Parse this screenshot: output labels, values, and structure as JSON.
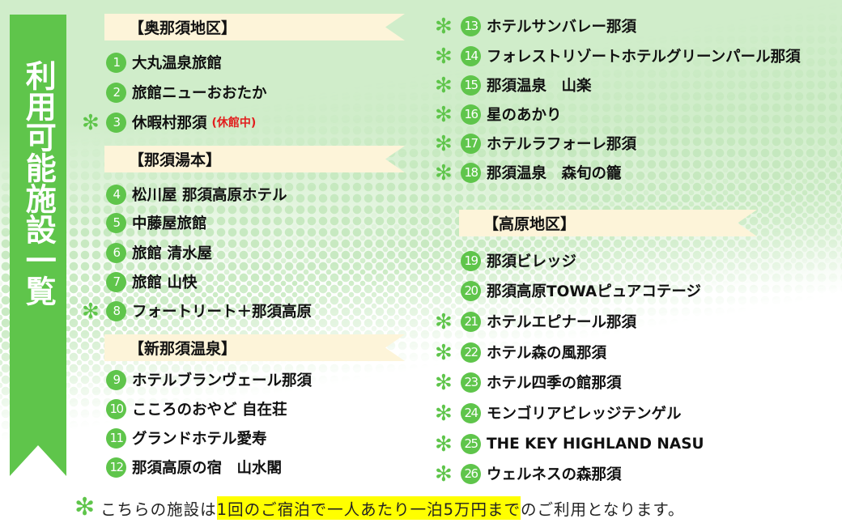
{
  "banner": {
    "title": "利用可能施設一覧"
  },
  "colors": {
    "accent_green": "#5fc54b",
    "ribbon_bg": "#fdf4d9",
    "background_top": "#d0edca",
    "closed_red": "#e21d1d",
    "highlight_yellow": "#ffff00"
  },
  "sections": [
    {
      "title": "【奥那須地区】"
    },
    {
      "title": "【那須湯本】"
    },
    {
      "title": "【新那須温泉】"
    },
    {
      "title": "【高原地区】"
    }
  ],
  "items": [
    {
      "num": "1",
      "name": "大丸温泉旅館",
      "limited": false
    },
    {
      "num": "2",
      "name": "旅館ニューおおたか",
      "limited": false
    },
    {
      "num": "3",
      "name": "休暇村那須",
      "note": "(休館中)",
      "limited": true
    },
    {
      "num": "4",
      "name": "松川屋 那須高原ホテル",
      "limited": false
    },
    {
      "num": "5",
      "name": "中藤屋旅館",
      "limited": false
    },
    {
      "num": "6",
      "name": "旅館 清水屋",
      "limited": false
    },
    {
      "num": "7",
      "name": "旅館 山快",
      "limited": false
    },
    {
      "num": "8",
      "name": "フォートリート＋那須高原",
      "limited": true
    },
    {
      "num": "9",
      "name": "ホテルブランヴェール那須",
      "limited": false
    },
    {
      "num": "10",
      "name": "こころのおやど 自在荘",
      "limited": false
    },
    {
      "num": "11",
      "name": "グランドホテル愛寿",
      "limited": false
    },
    {
      "num": "12",
      "name": "那須高原の宿　山水閣",
      "limited": false
    },
    {
      "num": "13",
      "name": "ホテルサンバレー那須",
      "limited": true
    },
    {
      "num": "14",
      "name": "フォレストリゾートホテルグリーンパール那須",
      "limited": true
    },
    {
      "num": "15",
      "name": "那須温泉　山楽",
      "limited": true
    },
    {
      "num": "16",
      "name": "星のあかり",
      "limited": true
    },
    {
      "num": "17",
      "name": "ホテルラフォーレ那須",
      "limited": true
    },
    {
      "num": "18",
      "name": "那須温泉　森旬の籠",
      "limited": true
    },
    {
      "num": "19",
      "name": "那須ビレッジ",
      "limited": false
    },
    {
      "num": "20",
      "name": "那須高原TOWAピュアコテージ",
      "limited": false
    },
    {
      "num": "21",
      "name": "ホテルエピナール那須",
      "limited": true
    },
    {
      "num": "22",
      "name": "ホテル森の風那須",
      "limited": true
    },
    {
      "num": "23",
      "name": "ホテル四季の館那須",
      "limited": true
    },
    {
      "num": "24",
      "name": "モンゴリアビレッジテンゲル",
      "limited": true
    },
    {
      "num": "25",
      "name": "THE KEY HIGHLAND NASU",
      "limited": true
    },
    {
      "num": "26",
      "name": "ウェルネスの森那須",
      "limited": true
    }
  ],
  "asterisk_symbol": "✻",
  "footnote": {
    "prefix": "こちらの施設は",
    "highlight": "1回のご宿泊で一人あたり一泊5万円まで",
    "suffix": "のご利用となります。"
  }
}
